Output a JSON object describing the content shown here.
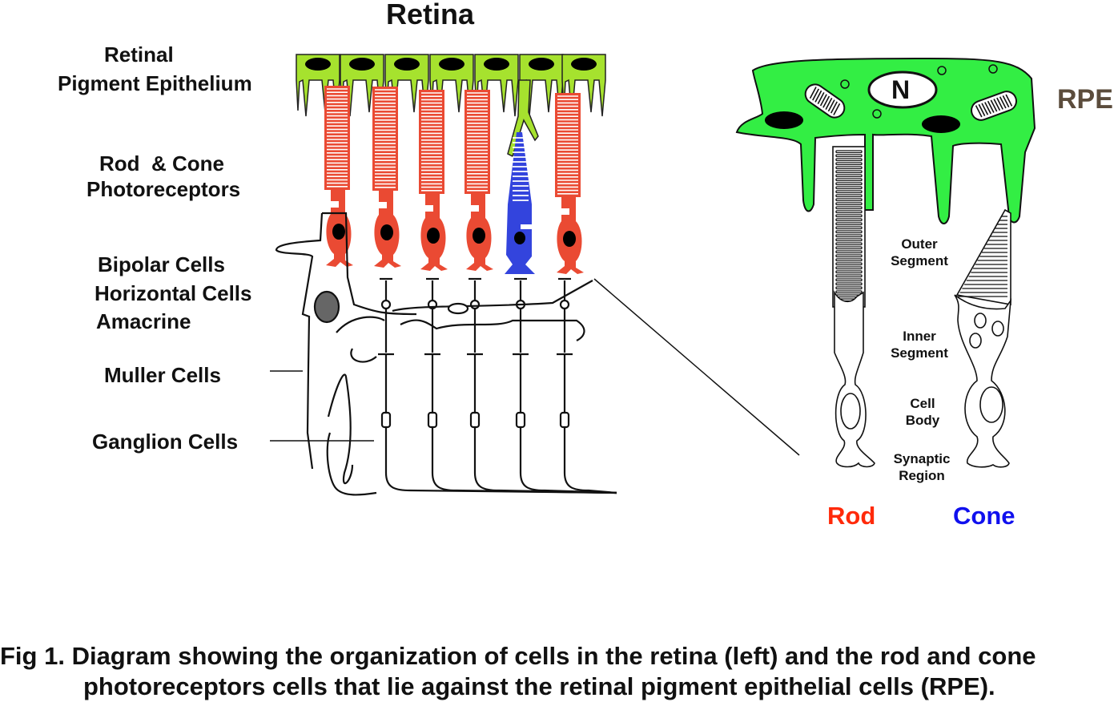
{
  "title": "Retina",
  "left_labels": [
    {
      "id": "rpe",
      "lines": [
        "Retinal",
        "Pigment Epithelium"
      ]
    },
    {
      "id": "photoreceptors",
      "lines": [
        "Rod  & Cone",
        "Photoreceptors"
      ]
    },
    {
      "id": "bipolar",
      "lines": [
        "Bipolar Cells"
      ]
    },
    {
      "id": "horizontal",
      "lines": [
        "Horizontal Cells"
      ]
    },
    {
      "id": "amacrine",
      "lines": [
        "Amacrine"
      ]
    },
    {
      "id": "muller",
      "lines": [
        "Muller Cells"
      ]
    },
    {
      "id": "ganglion",
      "lines": [
        "Ganglion Cells"
      ]
    }
  ],
  "rpe_cell": {
    "nucleus_label": "N",
    "label": "RPE"
  },
  "segment_labels": [
    {
      "id": "outer",
      "lines": [
        "Outer",
        "Segment"
      ]
    },
    {
      "id": "inner",
      "lines": [
        "Inner",
        "Segment"
      ]
    },
    {
      "id": "body",
      "lines": [
        "Cell",
        "Body"
      ]
    },
    {
      "id": "synaptic",
      "lines": [
        "Synaptic",
        "Region"
      ]
    }
  ],
  "cell_type_labels": {
    "rod": "Rod",
    "cone": "Cone"
  },
  "caption": {
    "line1": "Fig 1.  Diagram showing the organization of cells in the retina (left) and the rod and cone",
    "line2": "photoreceptors cells that lie against the retinal pigment epithelial cells (RPE)."
  },
  "colors": {
    "rpe_left": "#a6e22e",
    "rpe_right": "#33ee44",
    "rod": "#ea4a33",
    "cone": "#3344dd",
    "rpe_text": "#5b4c3c",
    "rod_text": "#ff2a0a",
    "cone_text": "#1010ee"
  }
}
